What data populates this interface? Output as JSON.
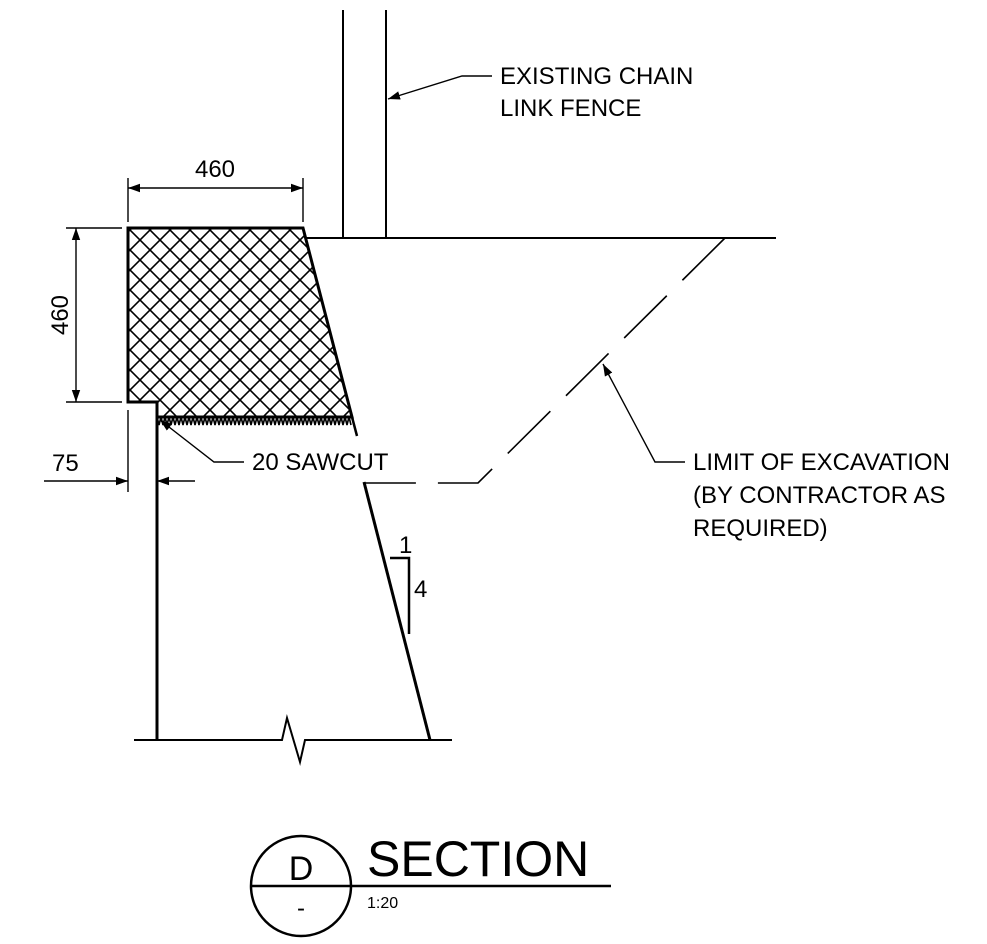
{
  "labels": {
    "fence_line1": "EXISTING CHAIN",
    "fence_line2": "LINK FENCE",
    "limit_line1": "LIMIT OF EXCAVATION",
    "limit_line2": "(BY CONTRACTOR AS",
    "limit_line3": "REQUIRED)",
    "sawcut": "20 SAWCUT"
  },
  "dimensions": {
    "top_width": "460",
    "height": "460",
    "offset": "75"
  },
  "slope": {
    "rise": "1",
    "run": "4"
  },
  "title_block": {
    "letter": "D",
    "sheet": "-",
    "title": "SECTION",
    "scale": "1:20"
  }
}
